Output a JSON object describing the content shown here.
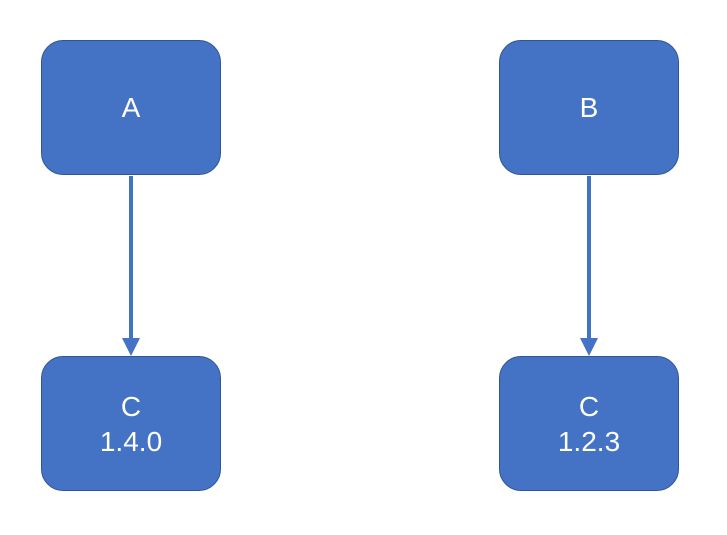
{
  "nodes": {
    "a": {
      "label": "A"
    },
    "b": {
      "label": "B"
    },
    "c_left": {
      "label": "C",
      "version": "1.4.0"
    },
    "c_right": {
      "label": "C",
      "version": "1.2.3"
    }
  },
  "edges": [
    {
      "from": "A",
      "to": "C 1.4.0"
    },
    {
      "from": "B",
      "to": "C 1.2.3"
    }
  ],
  "colors": {
    "node_fill": "#4472c4",
    "node_border": "#2f5597",
    "edge": "#4472c4",
    "text": "#ffffff"
  }
}
